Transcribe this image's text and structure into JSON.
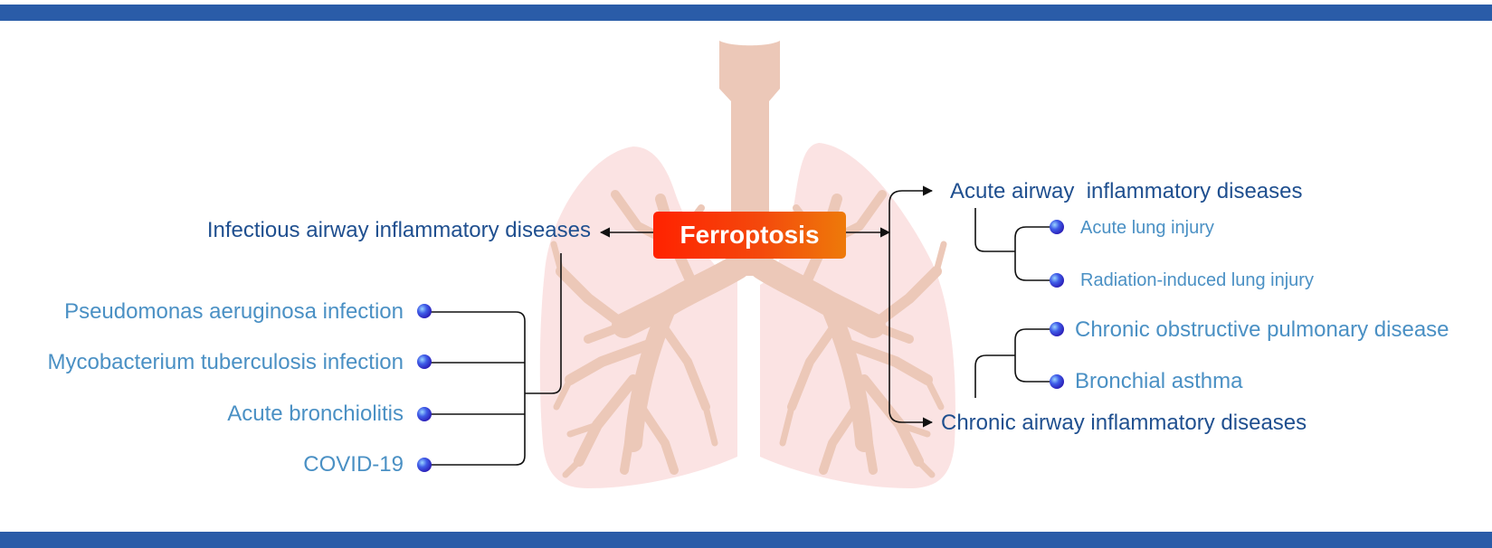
{
  "center": {
    "label": "Ferroptosis"
  },
  "left": {
    "category": "Infectious airway inflammatory diseases",
    "items": [
      "Pseudomonas aeruginosa infection",
      "Mycobacterium tuberculosis infection",
      "Acute bronchiolitis",
      "COVID-19"
    ]
  },
  "right": {
    "acute": {
      "category": "Acute airway  inflammatory diseases",
      "items": [
        "Acute lung injury",
        "Radiation-induced lung injury"
      ]
    },
    "chronic": {
      "category": "Chronic airway inflammatory diseases",
      "items": [
        "Chronic obstructive pulmonary disease",
        "Bronchial asthma"
      ]
    }
  },
  "colors": {
    "banner": "#2a5ca8",
    "category_text": "#1f4f8f",
    "item_text": "#4a90c4",
    "center_gradient": [
      "#ff2200",
      "#ee7a0a"
    ],
    "lung_fill": "#fbe3e3",
    "tree_fill": "#ecc8b8"
  }
}
